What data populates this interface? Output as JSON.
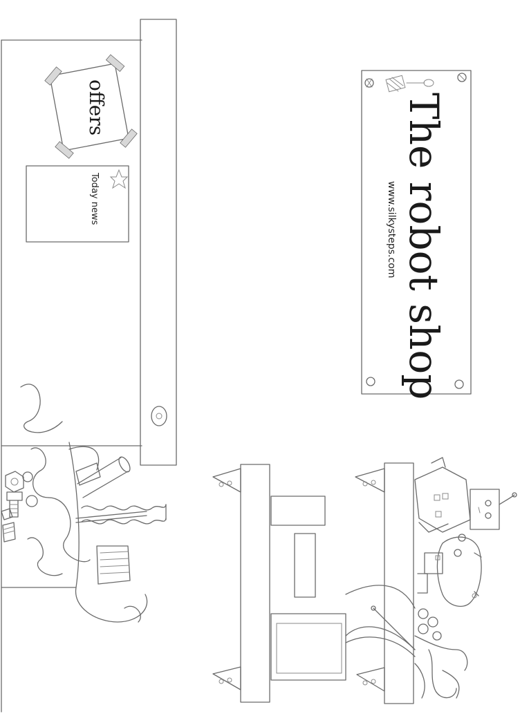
{
  "shop_sign": {
    "title": "The robot shop",
    "url": "www.silkysteps.com"
  },
  "notice_board": {
    "offers_label": "offers",
    "news_label": "Today news"
  }
}
